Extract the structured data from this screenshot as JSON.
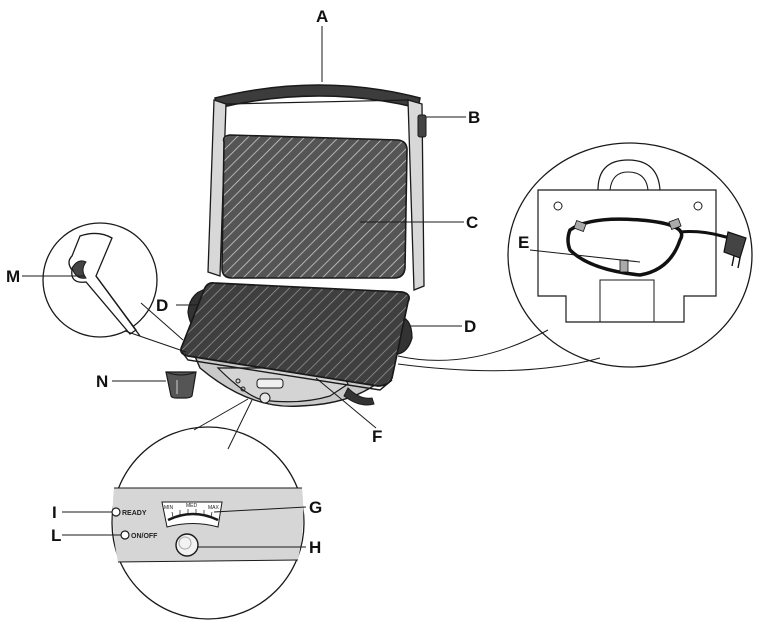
{
  "callouts": {
    "A": "A",
    "B": "B",
    "C": "C",
    "D_left": "D",
    "D_right": "D",
    "E": "E",
    "F": "F",
    "G": "G",
    "H": "H",
    "I": "I",
    "L": "L",
    "M": "M",
    "N": "N"
  },
  "control_panel": {
    "ready_label": "READY",
    "onoff_label": "ON/OFF",
    "dial_min": "MIN",
    "dial_med": "MED",
    "dial_max": "MAX"
  },
  "colors": {
    "outline": "#1a1a1a",
    "plate": "#4a4a4a",
    "plate_dark": "#2e2e2e",
    "body_grey": "#c8c8c8",
    "light_grey": "#e2e2e2",
    "handle": "#3c3c3c"
  }
}
